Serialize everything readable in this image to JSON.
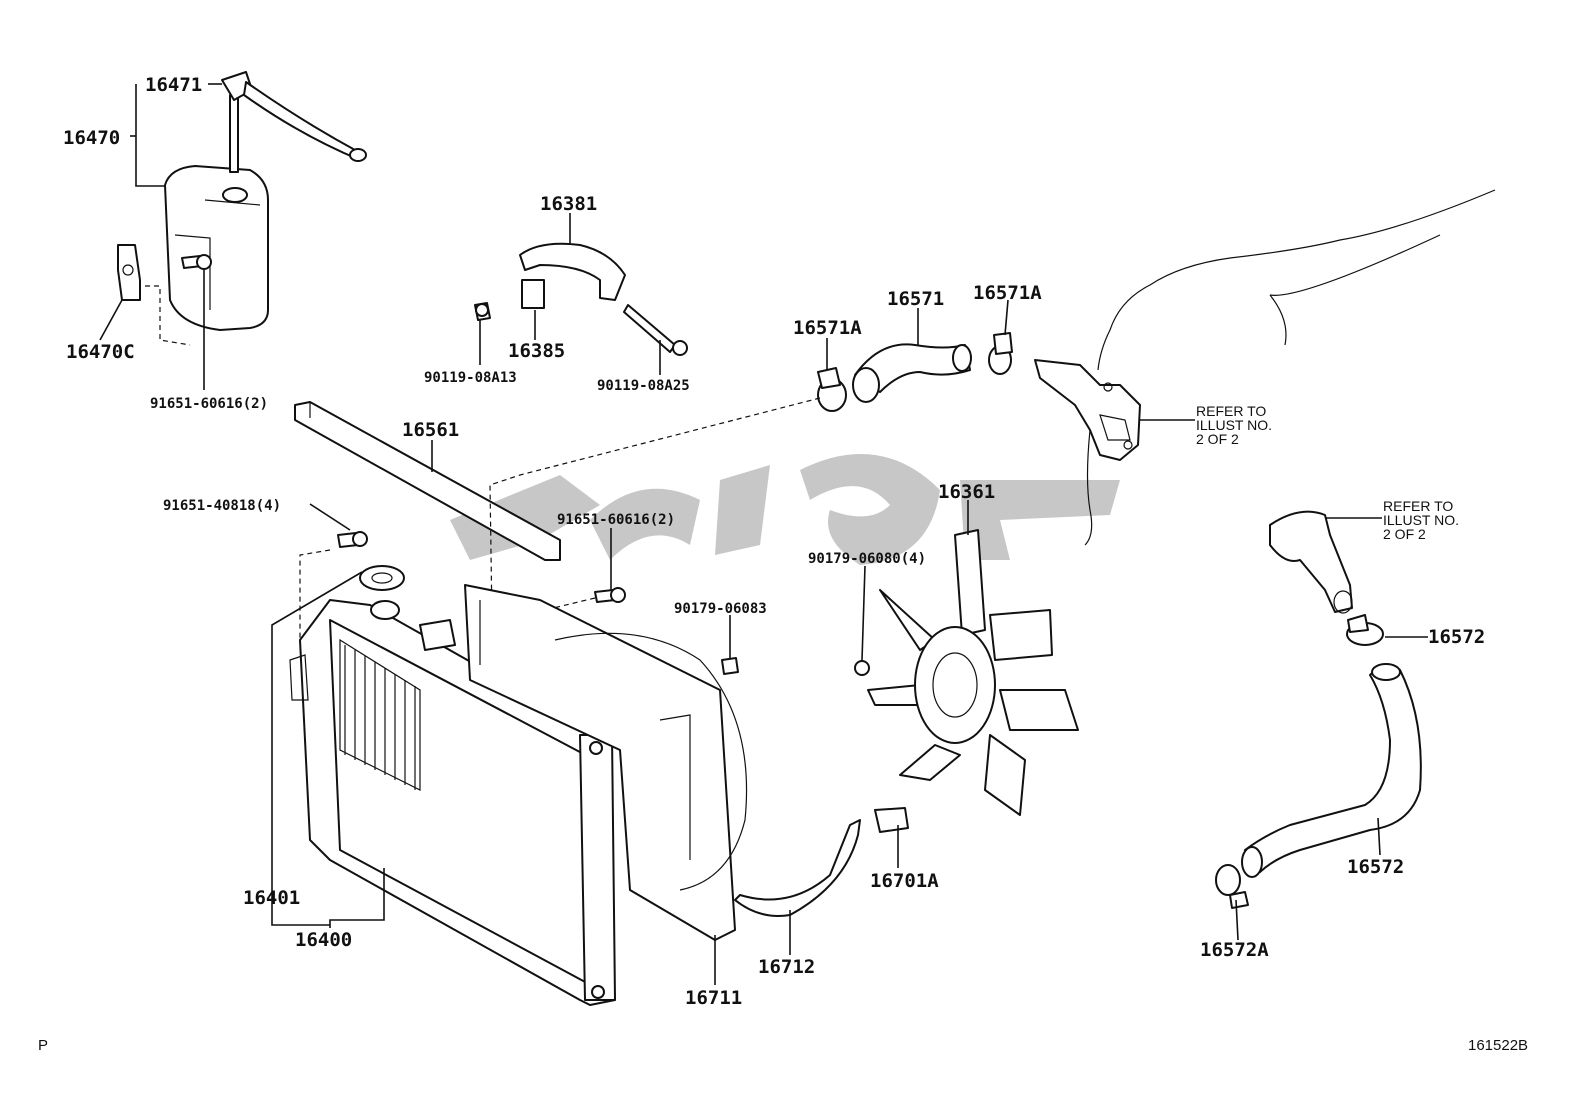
{
  "labels": {
    "p16471": "16471",
    "p16470": "16470",
    "p16470c": "16470C",
    "p91651_60616_top": "91651-60616(2)",
    "p16381": "16381",
    "p16385": "16385",
    "p90119_08a13": "90119-08A13",
    "p90119_08a25": "90119-08A25",
    "p16571a_left": "16571A",
    "p16571": "16571",
    "p16571a_right": "16571A",
    "p16561": "16561",
    "p91651_40818": "91651-40818(4)",
    "p91651_60616_mid": "91651-60616(2)",
    "p90179_06083": "90179-06083",
    "p16361": "16361",
    "p90179_06080": "90179-06080(4)",
    "p16572_top": "16572",
    "p16572_bottom": "16572",
    "p16572a": "16572A",
    "p16701a": "16701A",
    "p16712": "16712",
    "p16711": "16711",
    "p16401": "16401",
    "p16400": "16400"
  },
  "refer_notes": {
    "upper": [
      "REFER TO",
      "ILLUST NO.",
      "2 OF 2"
    ],
    "lower": [
      "REFER TO",
      "ILLUST NO.",
      "2 OF 2"
    ]
  },
  "footer": {
    "left": "P",
    "right": "161522B"
  }
}
